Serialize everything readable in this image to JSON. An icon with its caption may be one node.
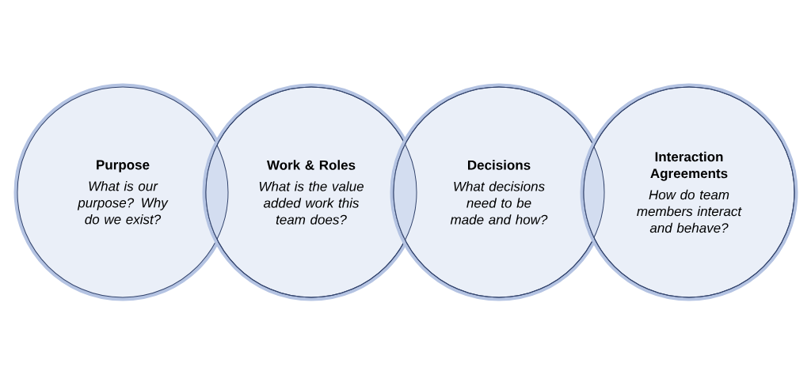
{
  "diagram": {
    "nodes": [
      {
        "text": [
          "Purpose",
          "What is our purpose? Why do we exist?"
        ]
      },
      {
        "text": [
          "Work & Roles",
          "What is the value added work this team does?"
        ]
      },
      {
        "text": [
          "Decisions",
          "What decisions need to be made and how?"
        ]
      },
      {
        "text": [
          "Interaction Agreements",
          "How do team members interact and behave?"
        ]
      }
    ]
  }
}
